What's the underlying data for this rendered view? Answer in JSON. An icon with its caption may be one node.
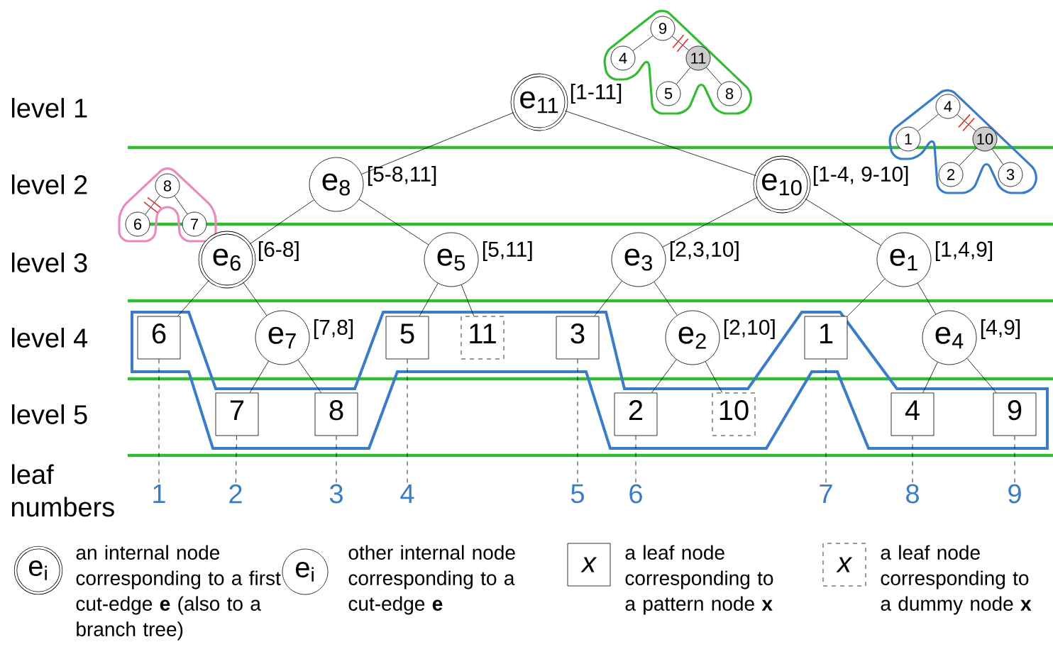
{
  "diagram": {
    "nodes": [
      {
        "text": [
          "e$_{11}$"
        ],
        "beside": [
          "[1-11]"
        ]
      },
      {
        "text": [
          "e$_{8}$"
        ],
        "beside": [
          "[5-8,11]"
        ]
      },
      {
        "text": [
          "e$_{10}$"
        ],
        "beside": [
          "[1-4, 9-10]"
        ]
      },
      {
        "text": [
          "e$_{6}$"
        ],
        "beside": [
          "[6-8]"
        ]
      },
      {
        "text": [
          "e$_{5}$"
        ],
        "beside": [
          "[5,11]"
        ]
      },
      {
        "text": [
          "e$_{3}$"
        ],
        "beside": [
          "[2,3,10]"
        ]
      },
      {
        "text": [
          "e$_{1}$"
        ],
        "beside": [
          "[1,4,9]"
        ]
      },
      {
        "text": [
          "6"
        ]
      },
      {
        "text": [
          "e$_{7}$"
        ],
        "beside": [
          "[7,8]"
        ]
      },
      {
        "text": [
          "5"
        ]
      },
      {
        "text": [
          "11"
        ]
      },
      {
        "text": [
          "3"
        ]
      },
      {
        "text": [
          "e$_{2}$"
        ],
        "beside": [
          "[2,10]"
        ]
      },
      {
        "text": [
          "1"
        ]
      },
      {
        "text": [
          "e$_{4}$"
        ],
        "beside": [
          "[4,9]"
        ]
      },
      {
        "text": [
          "7"
        ]
      },
      {
        "text": [
          "8"
        ]
      },
      {
        "text": [
          "2"
        ]
      },
      {
        "text": [
          "10"
        ]
      },
      {
        "text": [
          "4"
        ]
      },
      {
        "text": [
          "9"
        ]
      },
      {
        "text": [
          "1"
        ]
      },
      {
        "text": [
          "2"
        ]
      },
      {
        "text": [
          "3"
        ]
      },
      {
        "text": [
          "4"
        ]
      },
      {
        "text": [
          "5"
        ]
      },
      {
        "text": [
          "6"
        ]
      },
      {
        "text": [
          "7"
        ]
      },
      {
        "text": [
          "8"
        ]
      },
      {
        "text": [
          "9"
        ]
      },
      {
        "text": [
          "9"
        ]
      },
      {
        "text": [
          "4"
        ]
      },
      {
        "text": [
          "11"
        ]
      },
      {
        "text": [
          "5"
        ]
      },
      {
        "text": [
          "8"
        ]
      },
      {
        "text": [
          "4"
        ]
      },
      {
        "text": [
          "1"
        ]
      },
      {
        "text": [
          "10"
        ]
      },
      {
        "text": [
          "2"
        ]
      },
      {
        "text": [
          "3"
        ]
      },
      {
        "text": [
          "8"
        ]
      },
      {
        "text": [
          "6"
        ]
      },
      {
        "text": [
          "7"
        ]
      }
    ],
    "edges": [
      {
        "from": 0,
        "to": 1,
        "arrow": "none"
      },
      {
        "from": 0,
        "to": 2,
        "arrow": "none"
      },
      {
        "from": 1,
        "to": 3,
        "arrow": "none"
      },
      {
        "from": 1,
        "to": 4,
        "arrow": "none"
      },
      {
        "from": 2,
        "to": 5,
        "arrow": "none"
      },
      {
        "from": 2,
        "to": 6,
        "arrow": "none"
      },
      {
        "from": 3,
        "to": 7,
        "arrow": "none"
      },
      {
        "from": 3,
        "to": 8,
        "arrow": "none"
      },
      {
        "from": 8,
        "to": 15,
        "arrow": "none"
      },
      {
        "from": 8,
        "to": 16,
        "arrow": "none"
      },
      {
        "from": 4,
        "to": 9,
        "arrow": "none"
      },
      {
        "from": 4,
        "to": 10,
        "arrow": "none"
      },
      {
        "from": 5,
        "to": 11,
        "arrow": "none"
      },
      {
        "from": 5,
        "to": 12,
        "arrow": "none"
      },
      {
        "from": 12,
        "to": 17,
        "arrow": "none"
      },
      {
        "from": 12,
        "to": 18,
        "arrow": "none"
      },
      {
        "from": 6,
        "to": 13,
        "arrow": "none"
      },
      {
        "from": 6,
        "to": 14,
        "arrow": "none"
      },
      {
        "from": 14,
        "to": 19,
        "arrow": "none"
      },
      {
        "from": 14,
        "to": 20,
        "arrow": "none"
      },
      {
        "from": 7,
        "to": 21,
        "arrow": "none",
        "style": "dashed"
      },
      {
        "from": 15,
        "to": 22,
        "arrow": "none",
        "style": "dashed"
      },
      {
        "from": 16,
        "to": 23,
        "arrow": "none",
        "style": "dashed"
      },
      {
        "from": 9,
        "to": 24,
        "arrow": "none",
        "style": "dashed"
      },
      {
        "from": 11,
        "to": 25,
        "arrow": "none",
        "style": "dashed"
      },
      {
        "from": 17,
        "to": 26,
        "arrow": "none",
        "style": "dashed"
      },
      {
        "from": 13,
        "to": 27,
        "arrow": "none",
        "style": "dashed"
      },
      {
        "from": 19,
        "to": 28,
        "arrow": "none",
        "style": "dashed"
      },
      {
        "from": 20,
        "to": 29,
        "arrow": "none",
        "style": "dashed"
      },
      {
        "from": 30,
        "to": 31,
        "arrow": "none"
      },
      {
        "from": 30,
        "to": 32,
        "arrow": "none"
      },
      {
        "from": 32,
        "to": 33,
        "arrow": "none"
      },
      {
        "from": 32,
        "to": 34,
        "arrow": "none"
      },
      {
        "from": 35,
        "to": 36,
        "arrow": "none"
      },
      {
        "from": 35,
        "to": 37,
        "arrow": "none"
      },
      {
        "from": 37,
        "to": 38,
        "arrow": "none"
      },
      {
        "from": 37,
        "to": 39,
        "arrow": "none"
      },
      {
        "from": 40,
        "to": 41,
        "arrow": "none"
      },
      {
        "from": 40,
        "to": 42,
        "arrow": "none"
      }
    ],
    "labels": [
      "level 1",
      "level 2",
      "level 3",
      "level 4",
      "level 5",
      "leaf numbers",
      "e$_{i}$",
      "e$_{i}$",
      "x",
      "x"
    ],
    "legend": [
      {
        "text": "an internal node corresponding to a first cut-edge **e** (also to a branch tree)"
      },
      {
        "text": "other internal node corresponding to a cut-edge **e**"
      },
      {
        "text": "a leaf node corresponding to a pattern node **x**"
      },
      {
        "text": "a leaf node corresponding to a dummy node **x**"
      }
    ]
  }
}
